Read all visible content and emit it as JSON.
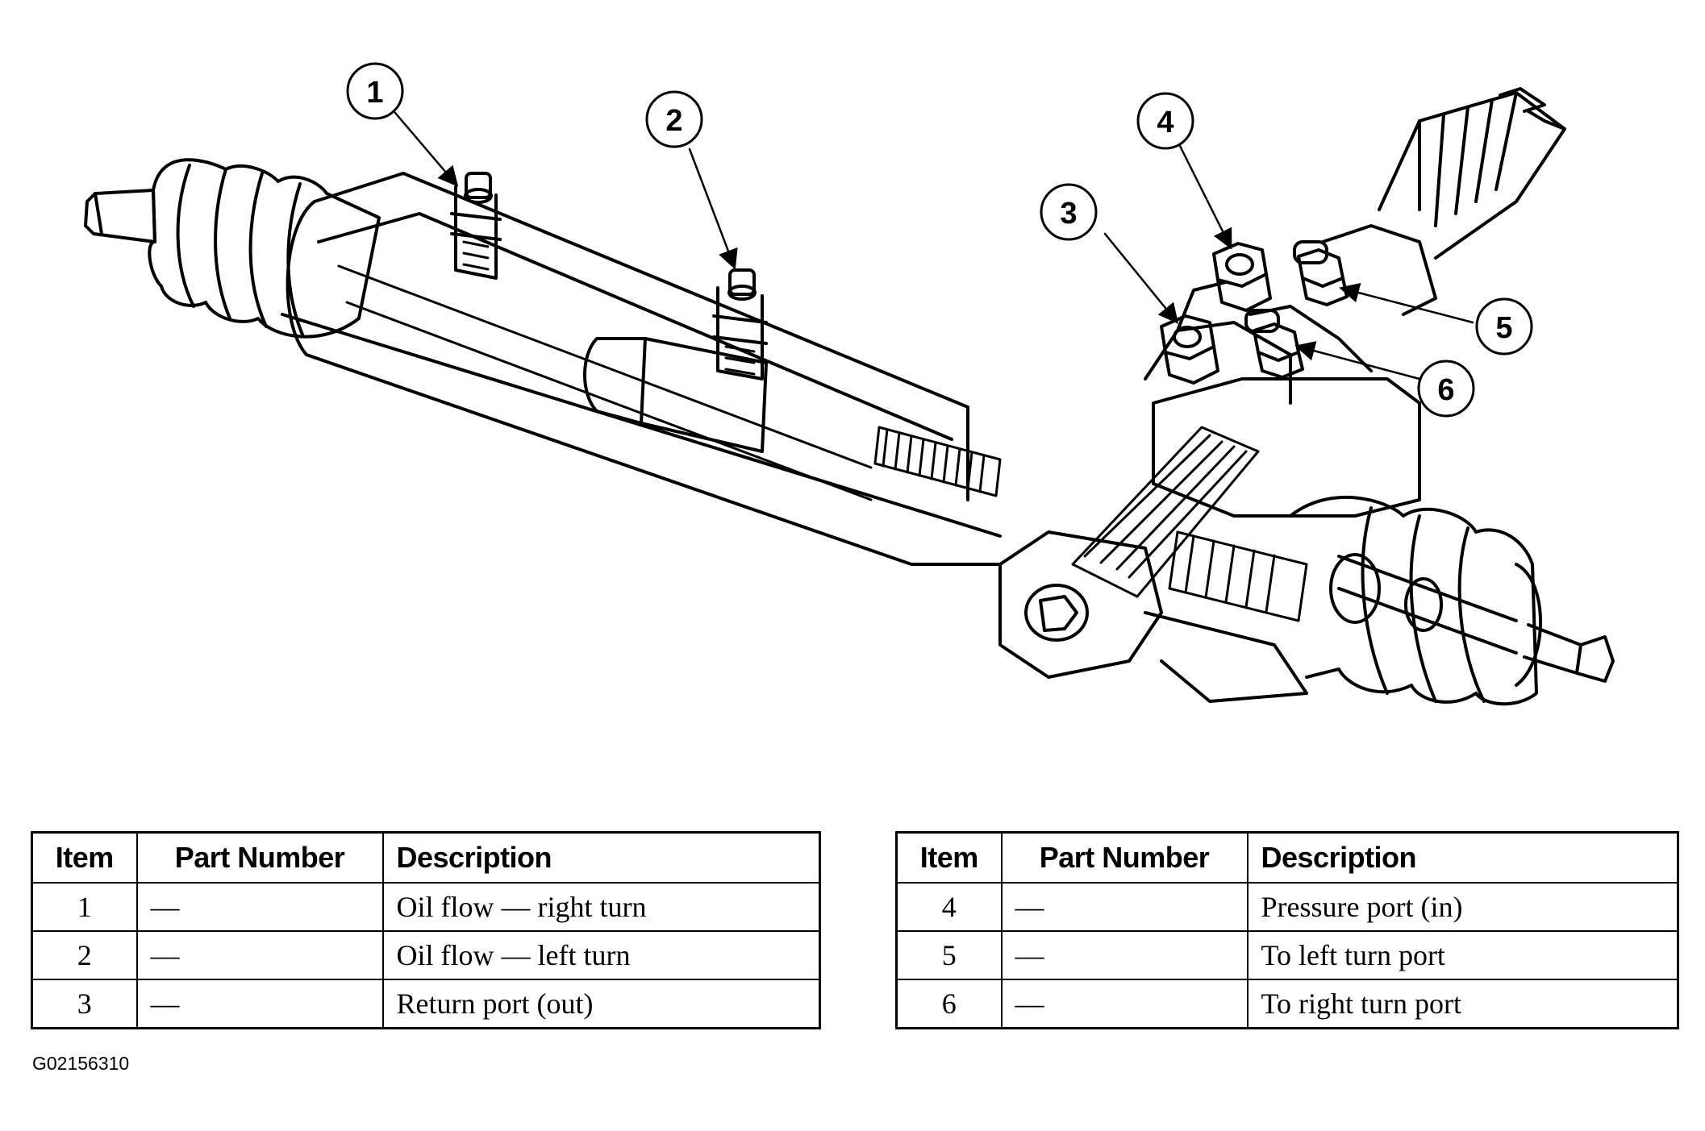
{
  "callouts": [
    "1",
    "2",
    "3",
    "4",
    "5",
    "6"
  ],
  "tables": [
    {
      "headers": {
        "item": "Item",
        "part_number": "Part Number",
        "description": "Description"
      },
      "rows": [
        {
          "item": "1",
          "part_number": "—",
          "description": "Oil flow — right turn"
        },
        {
          "item": "2",
          "part_number": "—",
          "description": "Oil flow — left turn"
        },
        {
          "item": "3",
          "part_number": "—",
          "description": "Return port (out)"
        }
      ]
    },
    {
      "headers": {
        "item": "Item",
        "part_number": "Part Number",
        "description": "Description"
      },
      "rows": [
        {
          "item": "4",
          "part_number": "—",
          "description": "Pressure port (in)"
        },
        {
          "item": "5",
          "part_number": "—",
          "description": "To left turn port"
        },
        {
          "item": "6",
          "part_number": "—",
          "description": "To right turn port"
        }
      ]
    }
  ],
  "figure_id": "G02156310"
}
